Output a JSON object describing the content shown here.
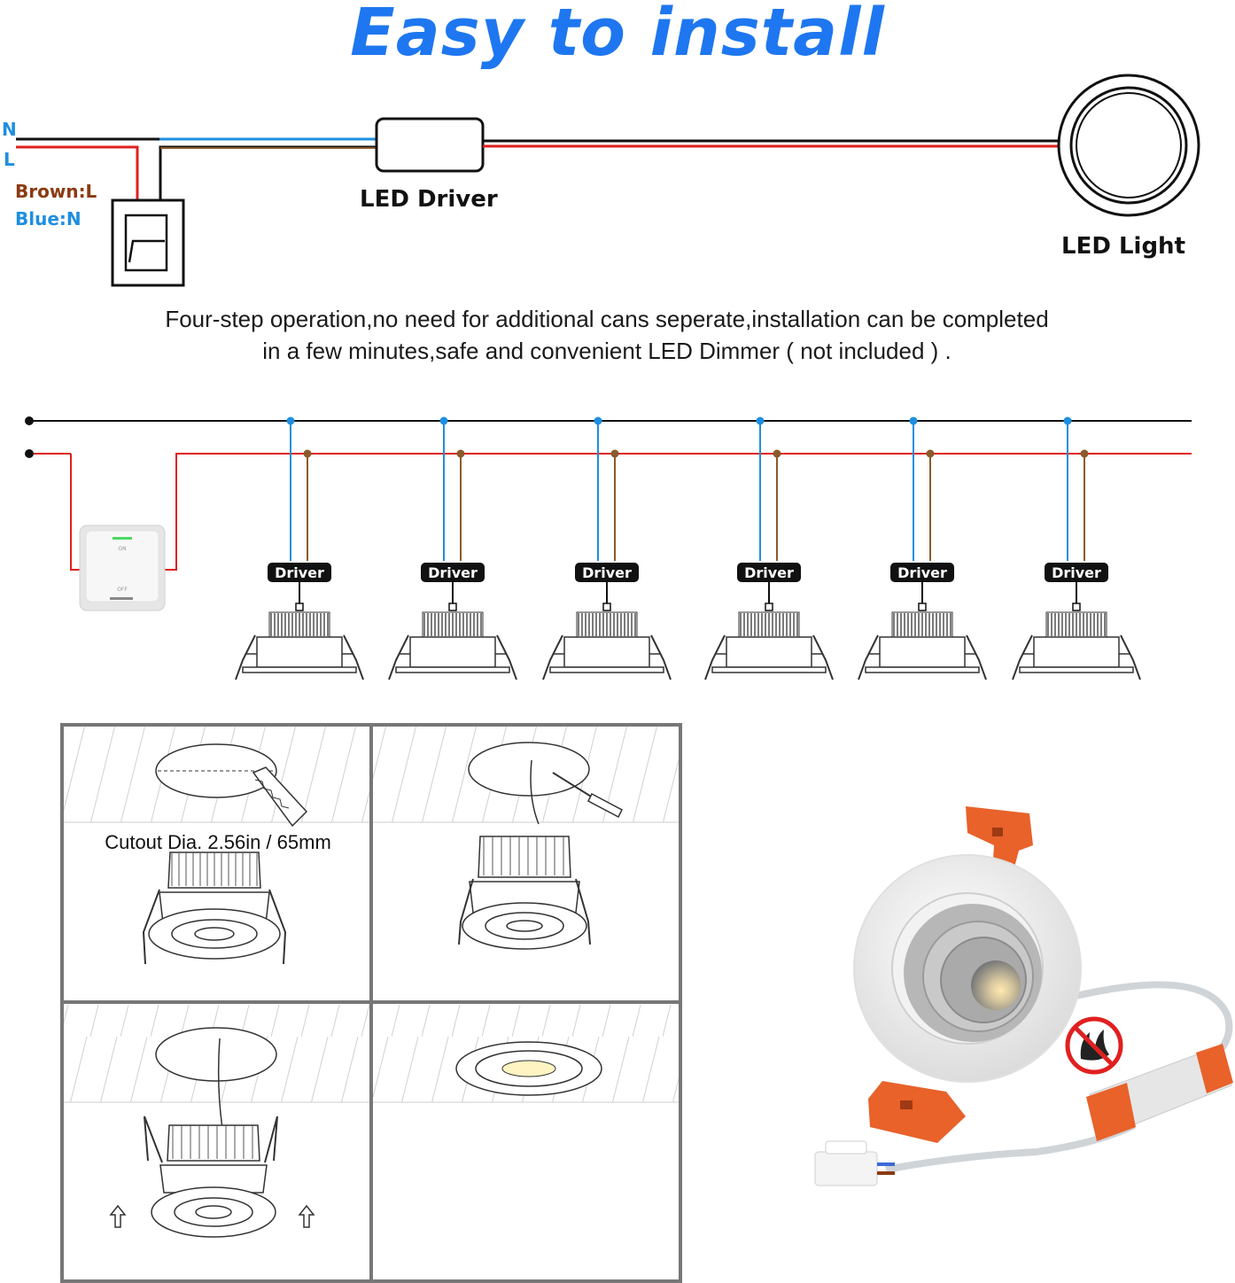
{
  "title": "Easy to install",
  "wiring": {
    "n_label": "N",
    "l_label": "L",
    "brown_label": "Brown:L",
    "blue_label": "Blue:N",
    "driver_label": "LED Driver",
    "light_label": "LED Light"
  },
  "description": {
    "line1": "Four-step operation,no need for additional cans seperate,installation can be completed",
    "line2": "in a few minutes,safe and convenient LED Dimmer ( not included ) ."
  },
  "parallel": {
    "driver_labels": [
      "Driver",
      "Driver",
      "Driver",
      "Driver",
      "Driver",
      "Driver"
    ],
    "switch_on": "ON",
    "switch_off": "OFF"
  },
  "steps": {
    "cutout_text": "Cutout Dia. 2.56in / 65mm"
  },
  "colors": {
    "title_blue": "#1E77F0",
    "neutral_blue": "#1E8FE0",
    "live_red": "#E02020",
    "brown": "#8B5A2B",
    "orange_clip": "#E8622A"
  }
}
